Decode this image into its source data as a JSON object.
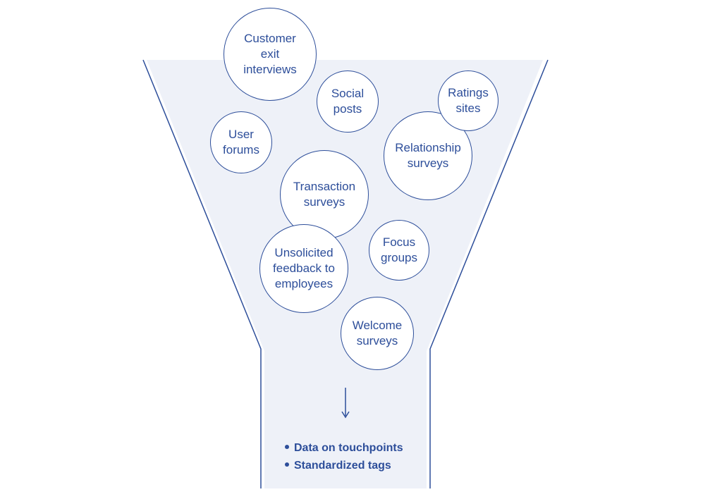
{
  "colors": {
    "accent": "#2d4e9a",
    "funnel_fill": "#eef1f8",
    "bubble_fill": "#ffffff"
  },
  "bubbles": [
    {
      "id": "customer-exit-interviews",
      "label": "Customer\nexit\ninterviews"
    },
    {
      "id": "social-posts",
      "label": "Social\nposts"
    },
    {
      "id": "ratings-sites",
      "label": "Ratings\nsites"
    },
    {
      "id": "user-forums",
      "label": "User\nforums"
    },
    {
      "id": "relationship-surveys",
      "label": "Relationship\nsurveys"
    },
    {
      "id": "transaction-surveys",
      "label": "Transaction\nsurveys"
    },
    {
      "id": "unsolicited-feedback",
      "label": "Unsolicited\nfeedback to\nemployees"
    },
    {
      "id": "focus-groups",
      "label": "Focus\ngroups"
    },
    {
      "id": "welcome-surveys",
      "label": "Welcome\nsurveys"
    }
  ],
  "outputs": [
    "Data on touchpoints",
    "Standardized tags"
  ],
  "flow_arrow_icon": "arrow-down-icon"
}
